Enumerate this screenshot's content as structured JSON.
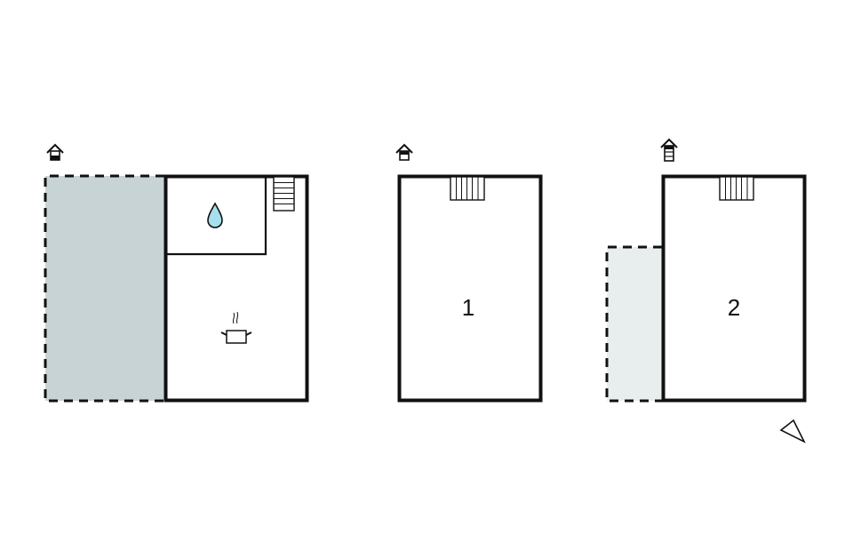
{
  "floorplan": {
    "colors": {
      "wall": "#111111",
      "background": "#ffffff",
      "terrace_dark": "#c8d3d6",
      "terrace_light": "#e8eeee",
      "water_drop": "#a6e0ec"
    },
    "levels": [
      {
        "id": "ground-floor",
        "level_icon": "floor-ground-icon",
        "rooms": [
          {
            "id": "bathroom",
            "icon": "water-drop-icon"
          },
          {
            "id": "kitchen",
            "icon": "cooking-pot-icon"
          }
        ],
        "stairs": "stairs-icon",
        "outdoor_area": "terrace-dark"
      },
      {
        "id": "first-floor",
        "level_icon": "floor-first-icon",
        "rooms": [
          {
            "id": "bedroom-1",
            "label": "1"
          }
        ],
        "stairs": "stairs-icon"
      },
      {
        "id": "second-floor",
        "level_icon": "floor-second-icon",
        "rooms": [
          {
            "id": "bedroom-2",
            "label": "2"
          }
        ],
        "stairs": "stairs-icon",
        "outdoor_area": "balcony-light"
      }
    ],
    "compass": "north-arrow-icon"
  }
}
